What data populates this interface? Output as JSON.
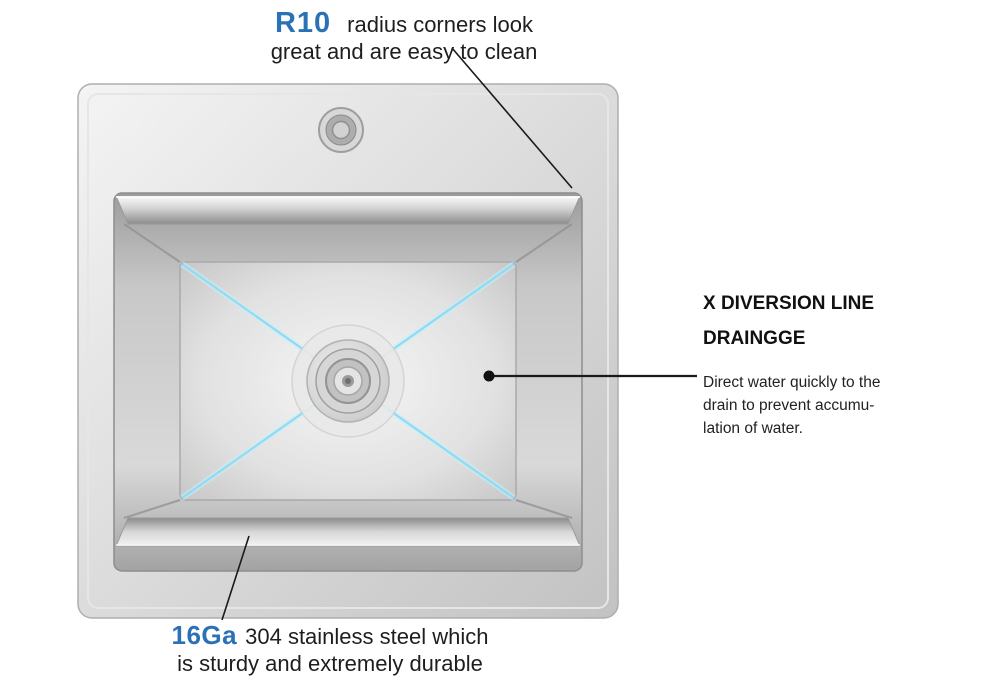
{
  "annotations": {
    "top": {
      "highlight": "R10",
      "line1": "radius corners look",
      "line2": "great and are easy to clean"
    },
    "right": {
      "heading_line1": "X DIVERSION LINE",
      "heading_line2": "DRAINGGE",
      "body_line1": "Direct water quickly to the",
      "body_line2": "drain to prevent accumu-",
      "body_line3": "lation of water."
    },
    "bottom": {
      "highlight": "16Ga",
      "line1": "304 stainless steel which",
      "line2": "is sturdy and extremely durable"
    }
  },
  "colors": {
    "highlight_blue": "#2a72b5",
    "diversion_cyan": "#8fdcf2",
    "text_black": "#1e1e1e",
    "steel_light": "#efefef",
    "steel_mid": "#cfcfcf",
    "steel_dark": "#9a9a9a"
  }
}
